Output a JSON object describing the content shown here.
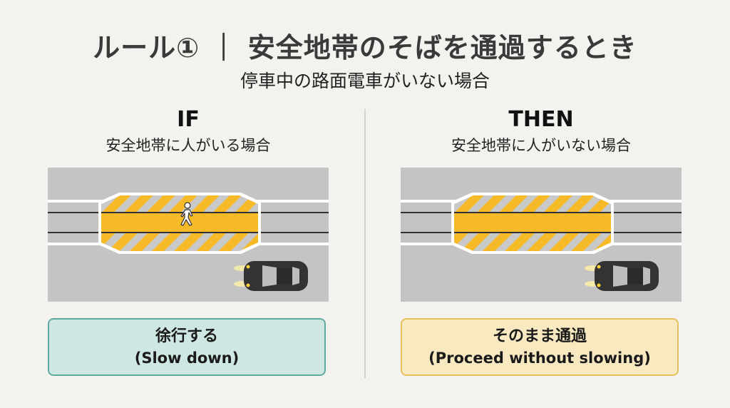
{
  "header": {
    "title": "ルール① ｜ 安全地帯のそばを通過するとき",
    "subtitle": "停車中の路面電車がいない場合"
  },
  "panels": [
    {
      "heading": "IF",
      "condition": "安全地帯に人がいる場合",
      "pedestrian_present": true,
      "action_jp": "徐行する",
      "action_en": "(Slow down)",
      "action_color": "#5fa9a3"
    },
    {
      "heading": "THEN",
      "condition": "安全地帯に人がいない場合",
      "pedestrian_present": false,
      "action_jp": "そのまま通過",
      "action_en": "(Proceed without slowing)",
      "action_color": "#e6c15b"
    }
  ],
  "colors": {
    "background": "#f3f2ee",
    "road": "#c4c4c4",
    "safety_zone": "#f6b928",
    "car": "#333333",
    "teal_box": "#cfe7e3",
    "yellow_box": "#f8e9c0"
  }
}
